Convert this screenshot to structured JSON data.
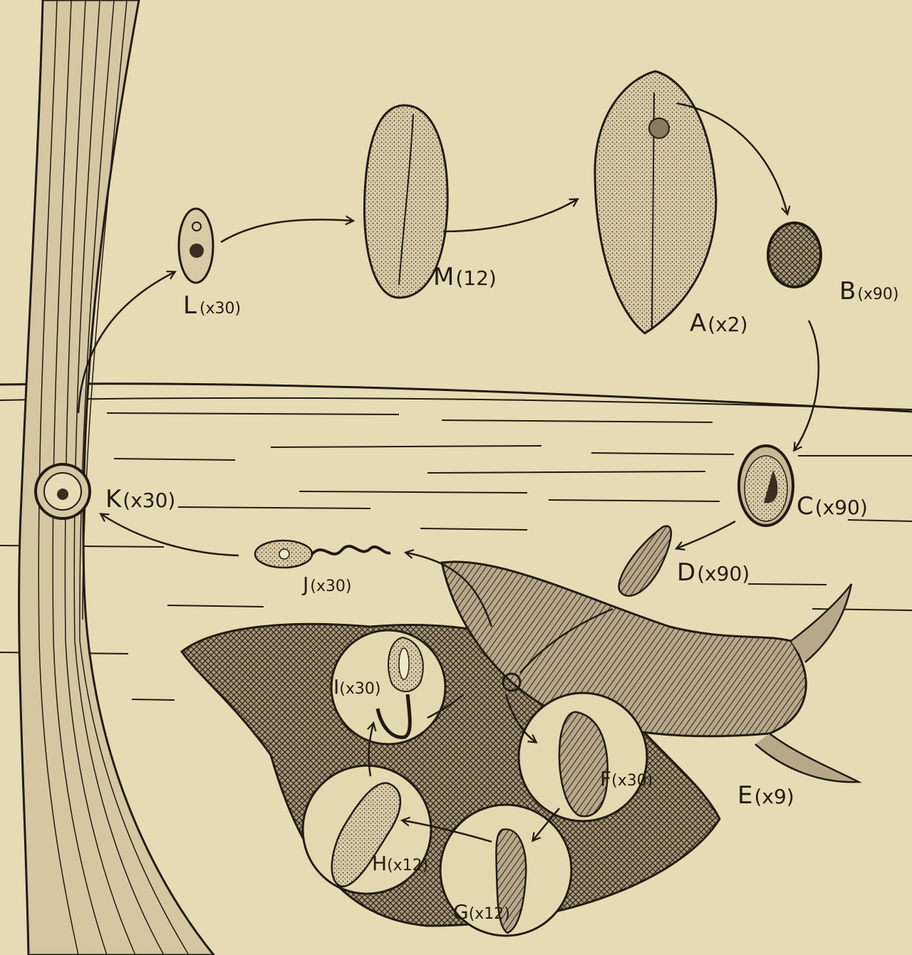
{
  "plate": {
    "colors": {
      "paper": "#e6dbb4",
      "ink": "#231b12",
      "stipple": "#cfc2a0",
      "dark": "#4a3d30"
    },
    "stages": [
      {
        "id": "A",
        "letter": "A",
        "mag": "(x2)"
      },
      {
        "id": "B",
        "letter": "B",
        "mag": "(x90)"
      },
      {
        "id": "C",
        "letter": "C",
        "mag": "(x90)"
      },
      {
        "id": "D",
        "letter": "D",
        "mag": "(x90)"
      },
      {
        "id": "E",
        "letter": "E",
        "mag": "(x9)"
      },
      {
        "id": "F",
        "letter": "F",
        "mag": "(x30)"
      },
      {
        "id": "G",
        "letter": "G",
        "mag": "(x12)"
      },
      {
        "id": "H",
        "letter": "H",
        "mag": "(x12)"
      },
      {
        "id": "I",
        "letter": "I",
        "mag": "(x30)"
      },
      {
        "id": "J",
        "letter": "J",
        "mag": "(x30)"
      },
      {
        "id": "K",
        "letter": "K",
        "mag": "(x30)"
      },
      {
        "id": "L",
        "letter": "L",
        "mag": "(x30)"
      },
      {
        "id": "M",
        "letter": "M",
        "mag": "(12)"
      }
    ]
  }
}
